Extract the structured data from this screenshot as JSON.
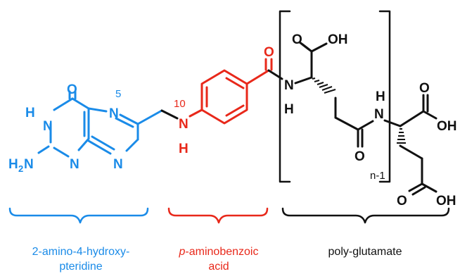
{
  "colors": {
    "pteridine": "#1a8be8",
    "paba": "#e8281a",
    "glutamate": "#111111"
  },
  "atoms": {
    "O": "O",
    "OH": "OH",
    "N": "N",
    "H": "H",
    "H2N_H": "H",
    "H2N_sub": "2",
    "H2N_N": "N"
  },
  "locants": {
    "n5": "5",
    "n10": "10",
    "repeat": "n-1"
  },
  "captions": {
    "pteridine_line1": "2-amino-4-hydroxy-",
    "pteridine_line2": "pteridine",
    "paba_italic": "p",
    "paba_line1_rest": "-aminobenzoic",
    "paba_line2": "acid",
    "glutamate": "poly-glutamate"
  }
}
